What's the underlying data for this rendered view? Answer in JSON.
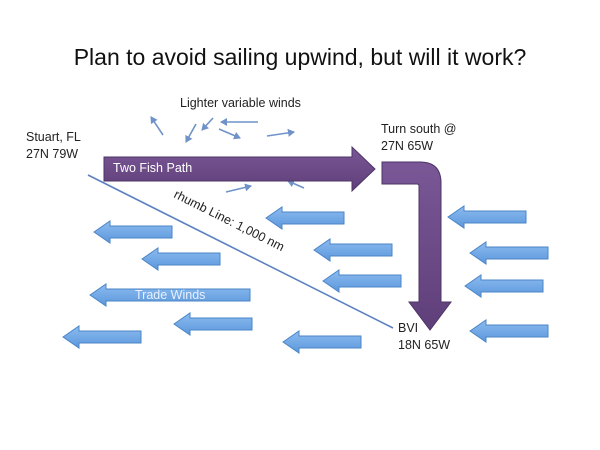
{
  "title": "Plan to avoid sailing upwind, but will it work?",
  "labels": {
    "lighter_winds": "Lighter variable winds",
    "stuart_name": "Stuart, FL",
    "stuart_coords": "27N 79W",
    "turn_south": "Turn south @",
    "turn_coords": "27N 65W",
    "two_fish_path": "Two Fish Path",
    "rhumb_line": "rhumb Line: 1,000 nm",
    "trade_winds": "Trade Winds",
    "bvi_name": "BVI",
    "bvi_coords": "18N 65W"
  },
  "colors": {
    "trade_arrow": "#6aa6e8",
    "trade_arrow_edge": "#4b86c6",
    "path_arrow": "#6b4a86",
    "small_arrow": "#6f93c8",
    "rhumb_line": "#5b82c0"
  }
}
